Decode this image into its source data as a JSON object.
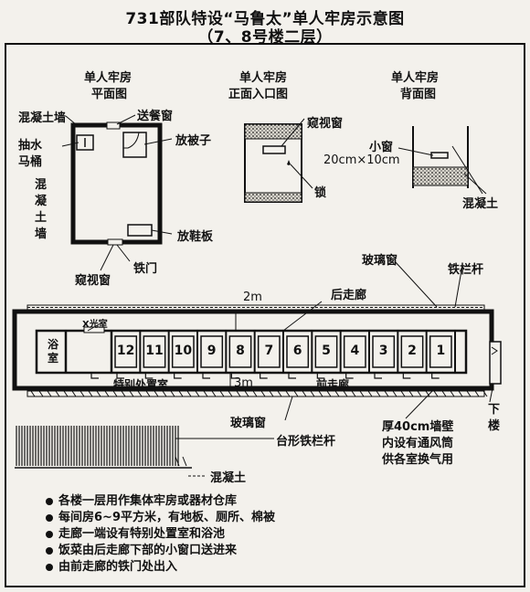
{
  "title": {
    "line1": "731部队特设“马鲁太”单人牢房示意图",
    "line2": "（7、8号楼二层）"
  },
  "cell_plan": {
    "heading1": "单人牢房",
    "heading2": "平面图",
    "label_concrete_wall_top": "混凝土墙",
    "label_flush1": "抽水",
    "label_flush2": "马桶",
    "label_meal_window": "送餐窗",
    "label_quilt": "放被子",
    "label_wall_side": "混\n凝\n土\n墙",
    "label_shoe": "放鞋板",
    "label_iron_door": "铁门",
    "label_peephole": "窥视窗"
  },
  "cell_front": {
    "heading1": "单人牢房",
    "heading2": "正面入口图",
    "label_peephole": "窥视窗",
    "label_lock": "锁"
  },
  "cell_back": {
    "heading1": "单人牢房",
    "heading2": "背面图",
    "label_small_window": "小窗",
    "label_size": "20cm×10cm",
    "label_concrete": "混凝土"
  },
  "floor_plan": {
    "label_glass_top": "玻璃窗",
    "label_rail_top": "铁栏杆",
    "label_2m": "2m",
    "label_rear_corridor": "后走廊",
    "label_xray": "X光室",
    "label_bath": "浴\n室",
    "cells": [
      "12",
      "11",
      "10",
      "9",
      "8",
      "7",
      "6",
      "5",
      "4",
      "3",
      "2",
      "1"
    ],
    "label_special": "特别处置室",
    "label_3m": "3m",
    "label_front_corridor": "前走廊",
    "label_stairs": "下\n楼",
    "label_glass_bottom": "玻璃窗",
    "label_wall_note1": "厚40cm墙壁",
    "label_wall_note2": "内设有通风筒",
    "label_wall_note3": "供各室换气用",
    "label_terrace_rail": "台形铁栏杆",
    "label_concrete": "混凝土"
  },
  "notes": [
    "各楼一层用作集体牢房或器材仓库",
    "每间房6~9平方米，有地板、厕所、棉被",
    "走廊一端设有特别处置室和浴池",
    "饭菜由后走廊下部的小窗口送进来",
    "由前走廊的铁门处出入"
  ]
}
